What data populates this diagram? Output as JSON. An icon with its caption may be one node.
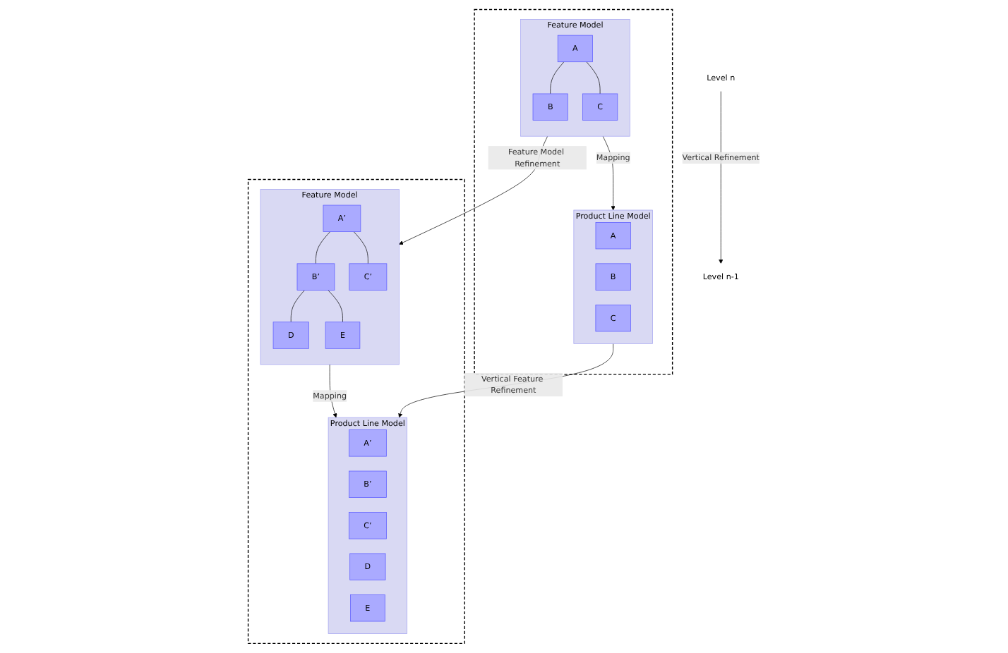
{
  "diagram": {
    "nodes": [
      {
        "text": [
          "Level n"
        ]
      },
      {
        "text": [
          "Level n-1"
        ]
      },
      {
        "text": [],
        "shape": "box"
      },
      {
        "text": [
          "Feature Model"
        ],
        "in": 2
      },
      {
        "text": [
          "A"
        ],
        "in": 3
      },
      {
        "text": [
          "B"
        ],
        "in": 3
      },
      {
        "text": [
          "C"
        ],
        "in": 3
      },
      {
        "text": [
          "Product Line Model"
        ],
        "in": 2
      },
      {
        "text": [
          "A"
        ],
        "in": 7
      },
      {
        "text": [
          "B"
        ],
        "in": 7
      },
      {
        "text": [
          "C"
        ],
        "in": 7
      },
      {
        "text": [],
        "shape": "box"
      },
      {
        "text": [
          "Feature Model"
        ],
        "in": 11
      },
      {
        "text": [
          "A’"
        ],
        "in": 12
      },
      {
        "text": [
          "B’"
        ],
        "in": 12
      },
      {
        "text": [
          "C’"
        ],
        "in": 12
      },
      {
        "text": [
          "D"
        ],
        "in": 12
      },
      {
        "text": [
          "E"
        ],
        "in": 12
      },
      {
        "text": [
          "Product Line Model"
        ],
        "in": 11
      },
      {
        "text": [
          "A’"
        ],
        "in": 18
      },
      {
        "text": [
          "B’"
        ],
        "in": 18
      },
      {
        "text": [
          "C’"
        ],
        "in": 18
      },
      {
        "text": [
          "D"
        ],
        "in": 18
      },
      {
        "text": [
          "E"
        ],
        "in": 18
      }
    ],
    "edges": [
      {
        "from": 0,
        "to": 1,
        "arrow": "to",
        "label": "Vertical Refinement"
      },
      {
        "from": 4,
        "to": 5,
        "arrow": "none"
      },
      {
        "from": 4,
        "to": 6,
        "arrow": "none"
      },
      {
        "from": 3,
        "to": 7,
        "arrow": "to",
        "label": "Mapping"
      },
      {
        "from": 3,
        "to": 12,
        "arrow": "to",
        "label": "Feature Model Refinement"
      },
      {
        "from": 7,
        "to": 18,
        "arrow": "to",
        "label": "Vertical Feature Refinement"
      },
      {
        "from": 13,
        "to": 14,
        "arrow": "none"
      },
      {
        "from": 13,
        "to": 15,
        "arrow": "none"
      },
      {
        "from": 14,
        "to": 16,
        "arrow": "none"
      },
      {
        "from": 14,
        "to": 17,
        "arrow": "none"
      },
      {
        "from": 12,
        "to": 18,
        "arrow": "to",
        "label": "Mapping"
      }
    ]
  }
}
